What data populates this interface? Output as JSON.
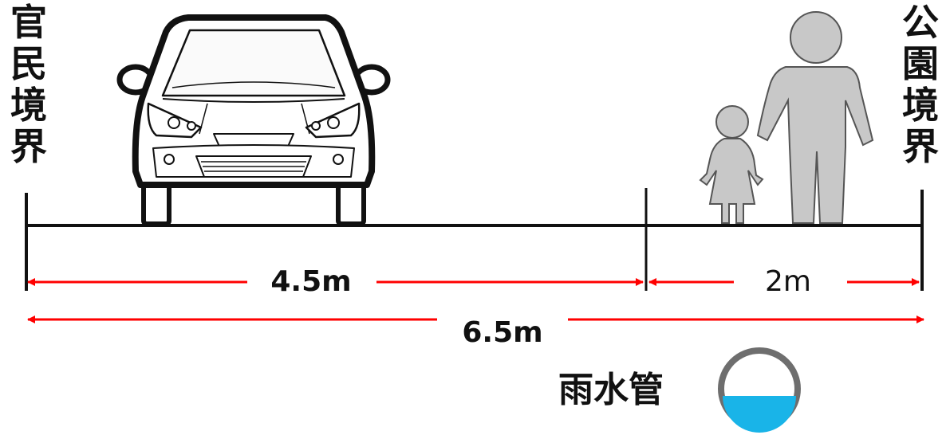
{
  "labels": {
    "left_boundary": "官\n民\n境\n界",
    "right_boundary": "公\n園\n境\n界",
    "road_width": "4.5m",
    "walkway_width": "2m",
    "total_width": "6.5m",
    "pipe": "雨水管"
  },
  "icons": {
    "vehicle": "car-front-icon",
    "pedestrians": "adult-and-child-icon",
    "pipe": "rainwater-pipe-icon"
  },
  "colors": {
    "dimension_arrow": "#ff0000",
    "ground_line": "#111111",
    "person_fill": "#c8c8c8",
    "water": "#19b4e8",
    "pipe_ring": "#6e6e6e"
  }
}
